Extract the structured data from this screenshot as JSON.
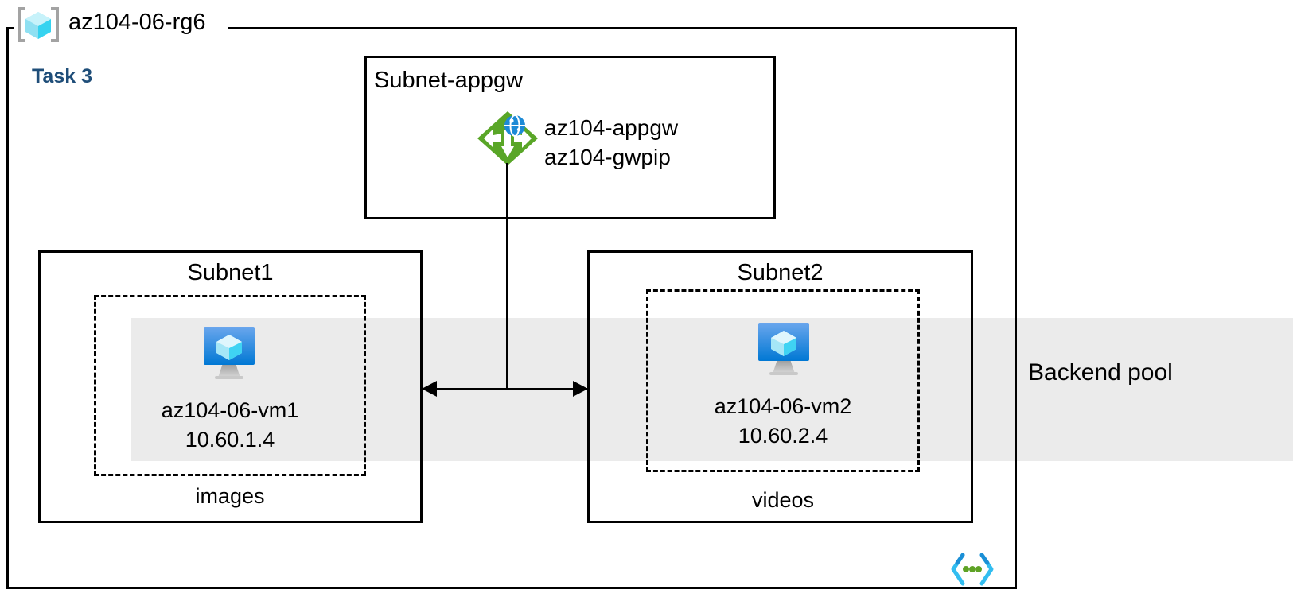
{
  "diagram": {
    "resource_group": {
      "name": "az104-06-rg6",
      "icon": "resource-group-icon"
    },
    "task_label": "Task 3",
    "task_color": "#1f4e79",
    "vnet_icon": "virtual-network-icon",
    "backend_pool": {
      "label": "Backend pool",
      "band_color": "#ebebeb"
    },
    "subnets": [
      {
        "id": "appgw",
        "title": "Subnet-appgw",
        "node": {
          "icon": "application-gateway-icon",
          "icon_color": "#59a627",
          "lines": [
            "az104-appgw",
            "az104-gwpip"
          ]
        }
      },
      {
        "id": "subnet1",
        "title": "Subnet1",
        "caption": "images",
        "node": {
          "icon": "virtual-machine-icon",
          "icon_color": "#0078d4",
          "name": "az104-06-vm1",
          "ip": "10.60.1.4"
        }
      },
      {
        "id": "subnet2",
        "title": "Subnet2",
        "caption": "videos",
        "node": {
          "icon": "virtual-machine-icon",
          "icon_color": "#0078d4",
          "name": "az104-06-vm2",
          "ip": "10.60.2.4"
        }
      }
    ]
  }
}
